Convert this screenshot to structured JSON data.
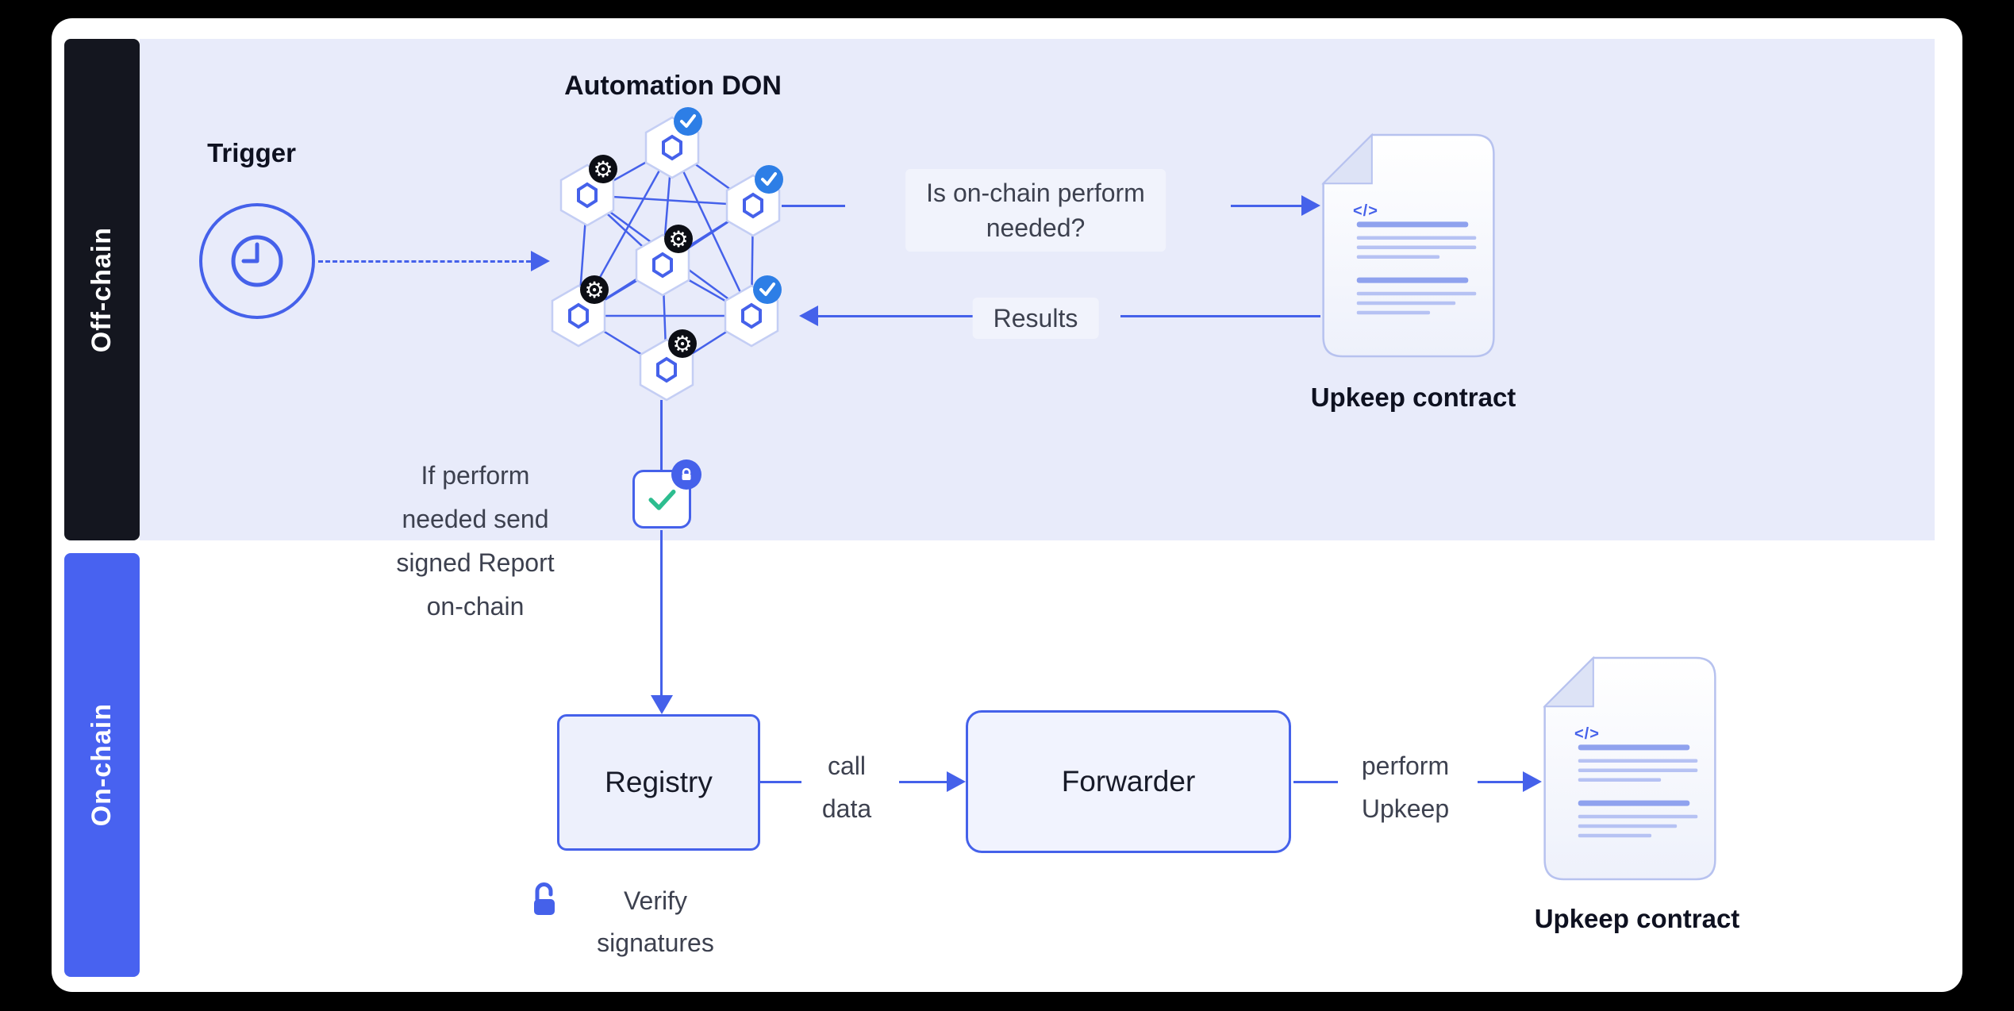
{
  "sidebar": {
    "offchain": "Off-chain",
    "onchain": "On-chain"
  },
  "offchain": {
    "trigger": "Trigger",
    "don_title": "Automation DON",
    "question": [
      "Is on-chain perform",
      "needed?"
    ],
    "results": "Results",
    "upkeep_contract": "Upkeep contract",
    "report_note": [
      "If perform",
      "needed send",
      "signed Report",
      "on-chain"
    ]
  },
  "onchain": {
    "registry": "Registry",
    "call_data": [
      "call",
      "data"
    ],
    "forwarder": "Forwarder",
    "perform_upkeep": [
      "perform",
      "Upkeep"
    ],
    "upkeep_contract": "Upkeep contract",
    "verify": [
      "Verify",
      "signatures"
    ]
  },
  "icons": {
    "gear": "⚙",
    "check": "✓",
    "code": "</>",
    "clock": "clock-icon",
    "lock": "lock-icon",
    "unlock": "unlock-icon",
    "document": "document-icon"
  },
  "colors": {
    "accent": "#4561ea",
    "onchain_bar": "#4862f0",
    "offchain_bar": "#14161f",
    "offchain_bg": "#e8ebfa",
    "check_badge": "#2d7ee6",
    "gear_badge": "#0c0e15",
    "success_check": "#2dbd8f",
    "doc_border": "#b7c2ef"
  }
}
